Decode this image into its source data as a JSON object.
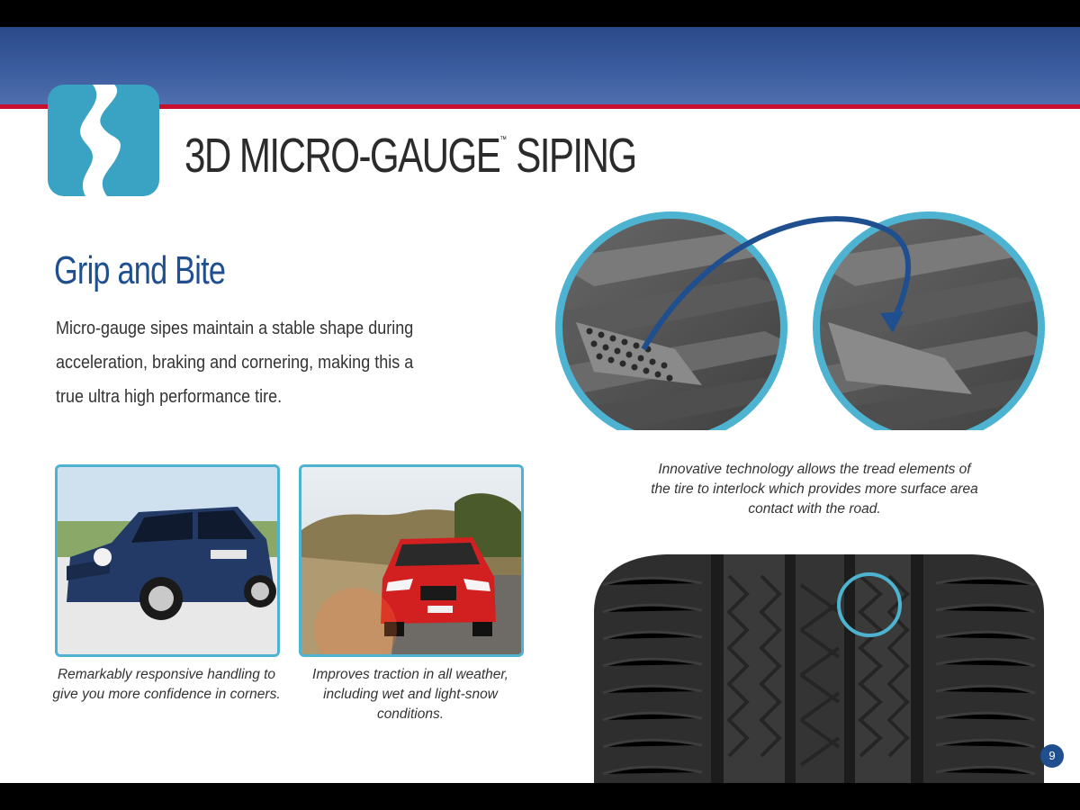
{
  "header": {
    "title": "3D MICRO-GAUGE",
    "trademark": "™",
    "title_suffix": " SIPING",
    "logo_icon": "wave-siping-icon"
  },
  "section": {
    "subtitle": "Grip and Bite",
    "body": "Micro-gauge sipes maintain a stable shape during acceleration, braking and cornering, making this a true ultra high performance tire."
  },
  "photos": [
    {
      "caption": "Remarkably responsive handling to give you more confidence in corners."
    },
    {
      "caption": "Improves traction in all weather, including wet and light-snow conditions."
    }
  ],
  "tech_caption": "Innovative technology allows the tread elements of the tire to interlock which provides more surface area contact with the road.",
  "page_number": "9",
  "colors": {
    "banner_blue": "#2a4a8a",
    "accent_red": "#c8102e",
    "logo_teal": "#3aa3c4",
    "heading_blue": "#1f4f8f",
    "frame_teal": "#4db3d1"
  }
}
